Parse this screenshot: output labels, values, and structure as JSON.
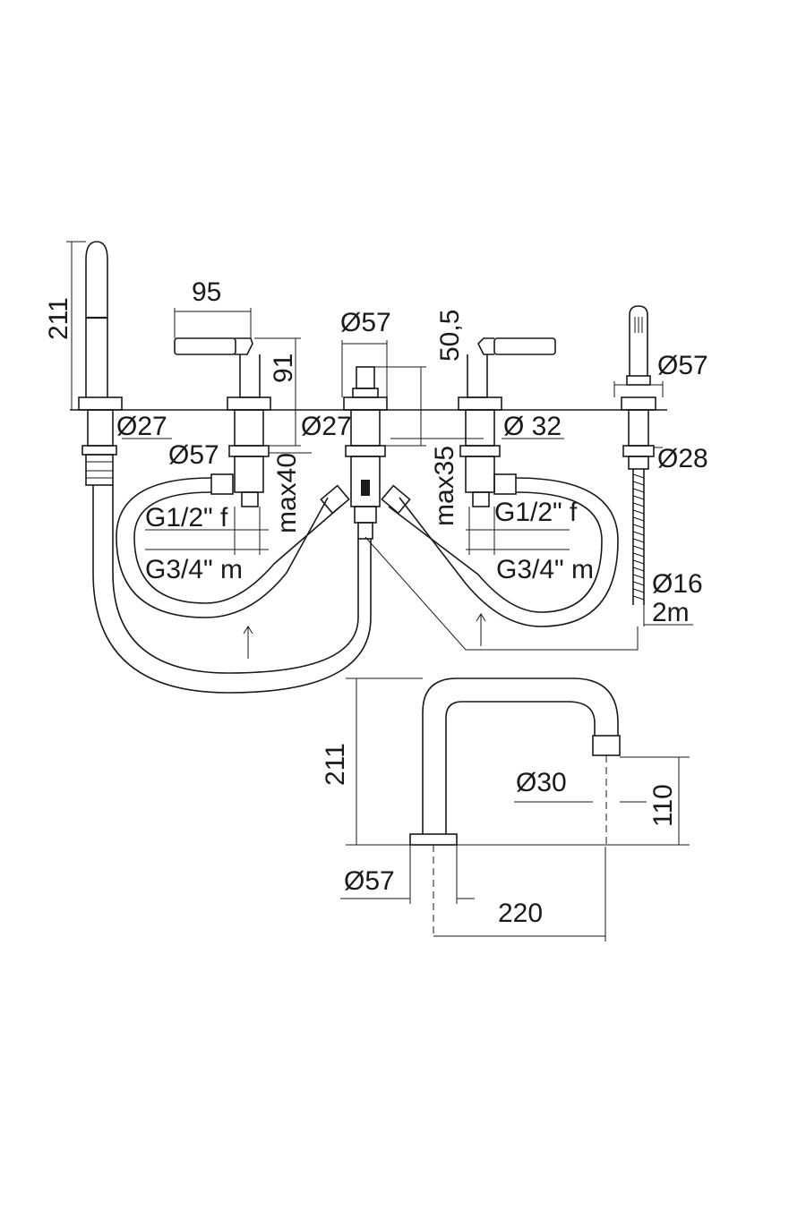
{
  "colors": {
    "line": "#1a1a1a",
    "background": "#ffffff"
  },
  "top_view": {
    "spout_height": "211",
    "handle_span": "95",
    "handle_height": "91",
    "center_diameter": "Ø57",
    "center_height": "50,5",
    "spout_base_diameter": "Ø27",
    "left_valve_diameter": "Ø57",
    "center_shank_diameter": "Ø27",
    "right_valve_diameter": "Ø 32",
    "left_max_deck": "max40",
    "center_max_deck": "max35",
    "left_inlet_thread": "G1/2\" f",
    "left_outlet_thread": "G3/4\" m",
    "right_inlet_thread": "G1/2\" f",
    "right_outlet_thread": "G3/4\" m",
    "shower_diameter": "Ø57",
    "shower_shank_diameter": "Ø28",
    "hose_diameter": "Ø16",
    "hose_length": "2m"
  },
  "side_view": {
    "spout_height": "211",
    "outlet_diameter": "Ø30",
    "outlet_height": "110",
    "base_diameter": "Ø57",
    "reach": "220"
  }
}
